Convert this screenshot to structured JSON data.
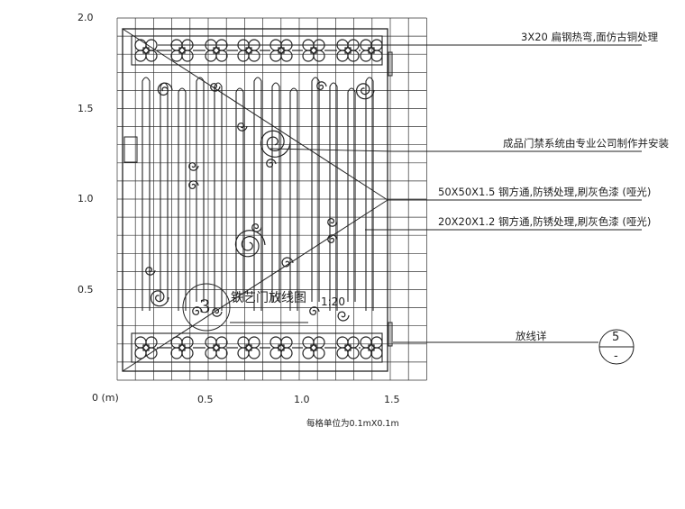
{
  "y_axis_labels": [
    "2.0",
    "1.5",
    "1.0",
    "0.5"
  ],
  "x_axis_labels": [
    "0 (m)",
    "0.5",
    "1.0",
    "1.5"
  ],
  "grid_note": "每格单位为0.1mX0.1m",
  "callouts": [
    "3X20 扁钢热弯,面仿古铜处理",
    "成品门禁系统由专业公司制作并安装",
    "50X50X1.5 钢方通,防锈处理,刷灰色漆 (哑光)",
    "20X20X1.2 钢方通,防锈处理,刷灰色漆 (哑光)",
    "放线详"
  ],
  "detail_ref": {
    "top": "5",
    "bottom": "-"
  },
  "title": {
    "number": "3",
    "text": "铁艺门放线图",
    "scale": "1:20"
  }
}
